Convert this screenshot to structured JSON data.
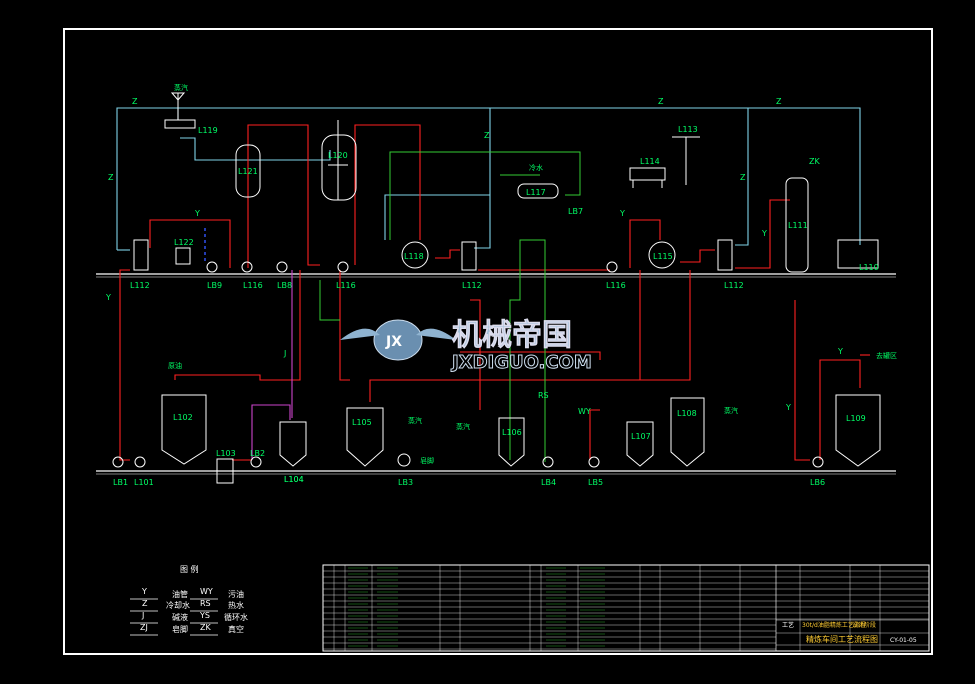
{
  "colors": {
    "background": "#000000",
    "frame": "#ffffff",
    "equipment": "#ffffff",
    "labels": "#00ff66",
    "pipe_steam": "#ff2020",
    "pipe_water": "#7fd3e8",
    "pipe_green": "#33cc33",
    "pipe_purple": "#cc44cc",
    "watermark": "#9bbcd6"
  },
  "equipment": [
    {
      "id": "L119",
      "label": "L119"
    },
    {
      "id": "L121",
      "label": "L121"
    },
    {
      "id": "L120",
      "label": "L120"
    },
    {
      "id": "L117",
      "label": "L117"
    },
    {
      "id": "L113",
      "label": "L113"
    },
    {
      "id": "L114",
      "label": "L114"
    },
    {
      "id": "L111",
      "label": "L111"
    },
    {
      "id": "L122",
      "label": "L122"
    },
    {
      "id": "L118",
      "label": "L118"
    },
    {
      "id": "L115",
      "label": "L115"
    },
    {
      "id": "L110",
      "label": "L110"
    },
    {
      "id": "L102",
      "label": "L102"
    },
    {
      "id": "L103",
      "label": "L103"
    },
    {
      "id": "L104",
      "label": "L104"
    },
    {
      "id": "L105",
      "label": "L105"
    },
    {
      "id": "L106",
      "label": "L106"
    },
    {
      "id": "L107",
      "label": "L107"
    },
    {
      "id": "L108",
      "label": "L108"
    },
    {
      "id": "L109",
      "label": "L109"
    }
  ],
  "tags_upper": [
    "L112",
    "LB9",
    "L116",
    "LB8",
    "L116",
    "L112",
    "L116",
    "L112"
  ],
  "tags_lower": [
    "LB1",
    "L101",
    "LB2",
    "L104",
    "LB3",
    "LB4",
    "LB5",
    "LB6"
  ],
  "tag_lb7": "LB7",
  "pipe_letters": {
    "z": "Z",
    "y": "Y",
    "j": "J",
    "zk": "ZK",
    "wy": "WY",
    "rs": "RS"
  },
  "stream_labels": {
    "steam_top": "蒸汽",
    "cold_water": "冷水",
    "oil_in": "原油",
    "steam_105": "蒸汽",
    "waste": "皂脚",
    "steam_106": "蒸汽",
    "steam_108": "蒸汽",
    "to_tank": "去罐区"
  },
  "watermark": {
    "cn": "机械帝国",
    "en": "JXDIGUO.COM",
    "badge": "JX"
  },
  "legend": {
    "title": "图 例",
    "rows": [
      {
        "code": "Y",
        "name": "油管",
        "code2": "WY",
        "name2": "污油"
      },
      {
        "code": "Z",
        "name": "冷却水",
        "code2": "RS",
        "name2": "热水"
      },
      {
        "code": "J",
        "name": "碱液",
        "code2": "YS",
        "name2": "循环水"
      },
      {
        "code": "ZJ",
        "name": "皂脚",
        "code2": "ZK",
        "name2": "真空"
      }
    ]
  },
  "title_block": {
    "project": "30t/d油脂精炼工艺流程",
    "drawing_title": "精炼车间工艺流程图",
    "drawing_no": "CY-01-05",
    "dept": "工艺",
    "stage": "设计阶段"
  }
}
